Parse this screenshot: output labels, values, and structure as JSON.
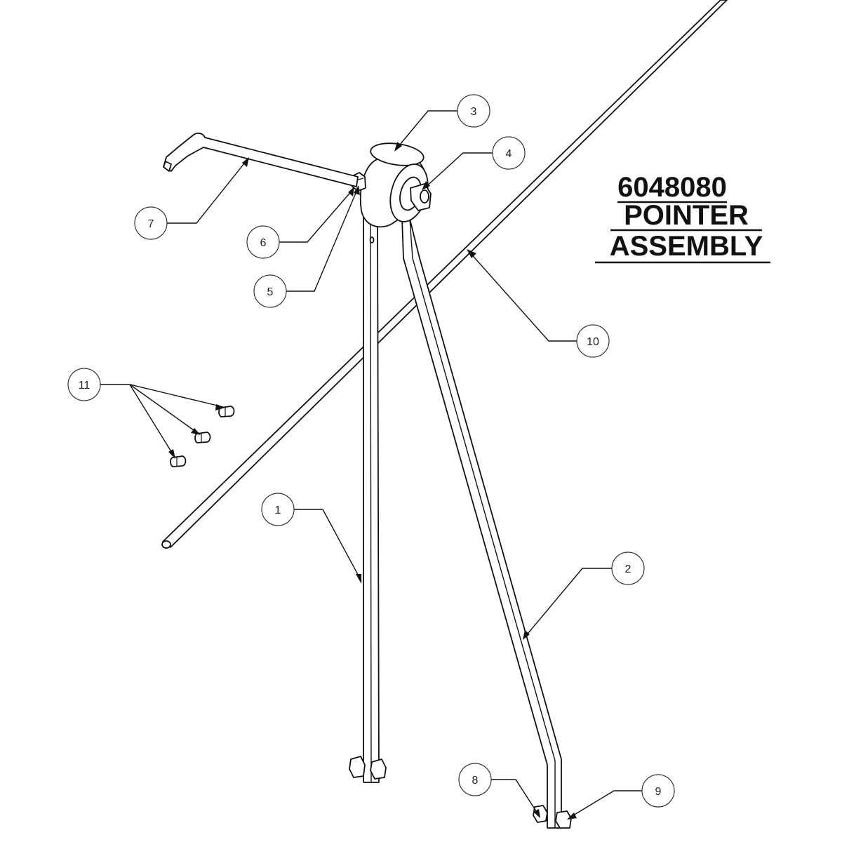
{
  "title": {
    "part_number": "6048080",
    "line1": "POINTER",
    "line2": "ASSEMBLY"
  },
  "callouts": [
    {
      "id": "c1",
      "label": "1"
    },
    {
      "id": "c2",
      "label": "2"
    },
    {
      "id": "c3",
      "label": "3"
    },
    {
      "id": "c4",
      "label": "4"
    },
    {
      "id": "c5",
      "label": "5"
    },
    {
      "id": "c6",
      "label": "6"
    },
    {
      "id": "c7",
      "label": "7"
    },
    {
      "id": "c8",
      "label": "8"
    },
    {
      "id": "c9",
      "label": "9"
    },
    {
      "id": "c10",
      "label": "10"
    },
    {
      "id": "c11",
      "label": "11"
    }
  ],
  "colors": {
    "line": "#111111",
    "background": "#ffffff"
  }
}
